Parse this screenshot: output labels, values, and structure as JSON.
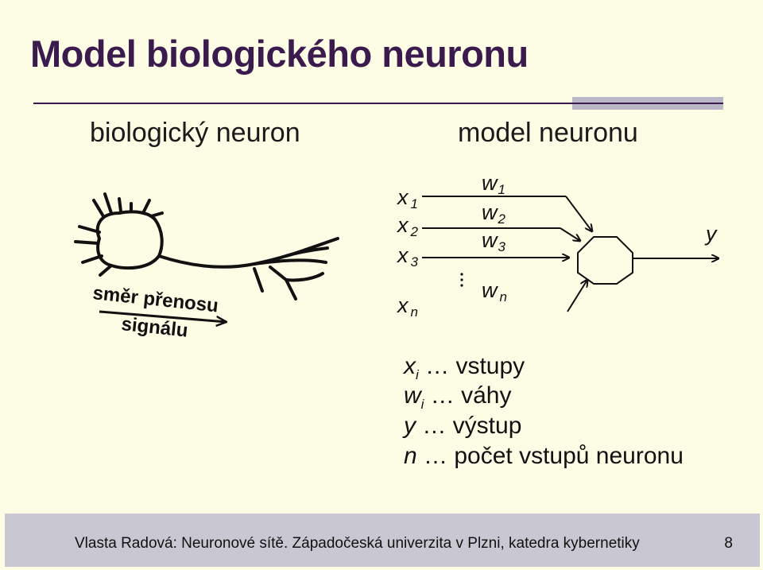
{
  "title": "Model biologického neuronu",
  "left_heading": "biologický neuron",
  "right_heading": "model neuronu",
  "arrow_caption_1": "směr přenosu",
  "arrow_caption_2": "signálu",
  "inputs": [
    {
      "var": "x",
      "sub": "1"
    },
    {
      "var": "x",
      "sub": "2"
    },
    {
      "var": "x",
      "sub": "3"
    },
    {
      "var": "x",
      "sub": "n"
    }
  ],
  "weights": [
    {
      "var": "w",
      "sub": "1"
    },
    {
      "var": "w",
      "sub": "2"
    },
    {
      "var": "w",
      "sub": "3"
    },
    {
      "var": "w",
      "sub": "n"
    }
  ],
  "output": "y",
  "legend": [
    {
      "sym": "x",
      "sub": "i",
      "text": " … vstupy"
    },
    {
      "sym": "w",
      "sub": "i",
      "text": " … váhy"
    },
    {
      "sym": "y",
      "sub": "",
      "text": " … výstup"
    },
    {
      "sym": "n",
      "sub": "",
      "text": " … počet vstupů neuronu"
    }
  ],
  "footer": "Vlasta Radová: Neuronové sítě. Západočeská univerzita v Plzni, katedra kybernetiky",
  "page_number": "8"
}
